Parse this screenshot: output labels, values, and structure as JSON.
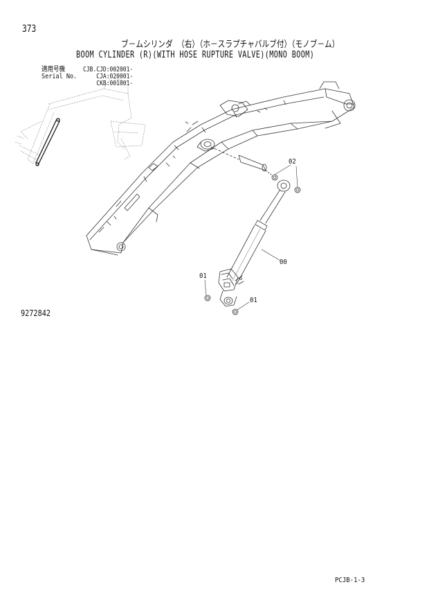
{
  "page_number": "373",
  "title_jp": "ブ－ムシリンダ （右）（ホ－スラプチャバルブ付）（モノブ－ム）",
  "title_en": "BOOM CYLINDER (R)(WITH HOSE RUPTURE VALVE)(MONO BOOM)",
  "serial": {
    "label_jp": "適用号機",
    "label_en": "Serial No.",
    "values": [
      "CJB.CJD:002001-",
      "CJA:020001-",
      "CKB:001001-"
    ]
  },
  "callouts": {
    "cylinder": "00",
    "pin_upper": "02",
    "bushing_a": "01",
    "bushing_b": "01"
  },
  "drawing_number": "9272842",
  "page_reference": "PCJB-1-3"
}
